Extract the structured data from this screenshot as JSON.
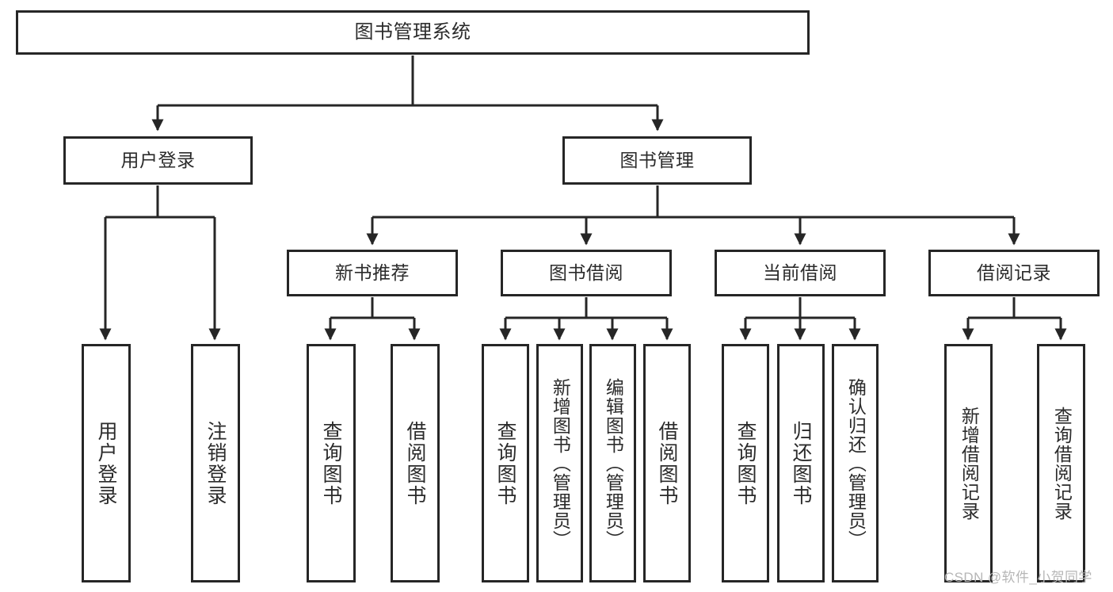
{
  "diagram": {
    "title": "图书管理系统",
    "watermark": "CSDN @软件_小贺同学",
    "colors": {
      "border": "#262626",
      "background": "#ffffff",
      "text": "#2b2b2b",
      "edge": "#262626",
      "watermark": "#b6b6b6"
    },
    "root": {
      "label": "图书管理系统"
    },
    "level2": [
      {
        "label": "用户登录"
      },
      {
        "label": "图书管理"
      }
    ],
    "level3": [
      {
        "label": "新书推荐"
      },
      {
        "label": "图书借阅"
      },
      {
        "label": "当前借阅"
      },
      {
        "label": "借阅记录"
      }
    ],
    "leaves": {
      "user_login": [
        {
          "label": "用户登录"
        },
        {
          "label": "注销登录"
        }
      ],
      "new_book_recommend": [
        {
          "label": "查询图书"
        },
        {
          "label": "借阅图书"
        }
      ],
      "book_borrow": [
        {
          "label": "查询图书"
        },
        {
          "label": "新增图书（管理员）"
        },
        {
          "label": "编辑图书（管理员）"
        },
        {
          "label": "借阅图书"
        }
      ],
      "current_borrow": [
        {
          "label": "查询图书"
        },
        {
          "label": "归还图书"
        },
        {
          "label": "确认归还（管理员）"
        }
      ],
      "borrow_record": [
        {
          "label": "新增借阅记录"
        },
        {
          "label": "查询借阅记录"
        }
      ]
    }
  }
}
